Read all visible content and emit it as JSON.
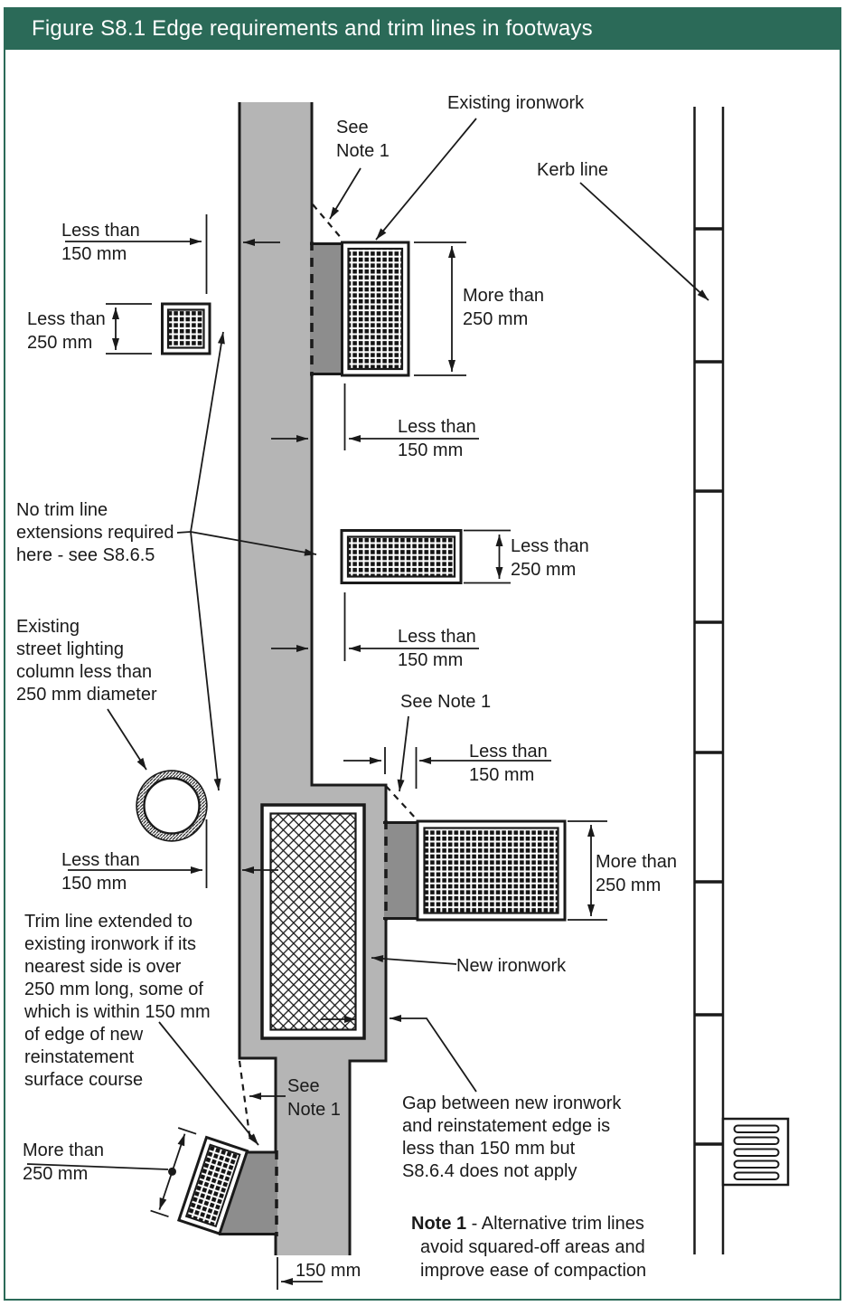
{
  "title": "Figure S8.1 Edge requirements and trim lines in footways",
  "colors": {
    "header_bg": "#2b6a58",
    "frame_border": "#2b6a58",
    "title_text": "#ffffff",
    "reinstatement_gray": "#b5b5b5",
    "gap_gray": "#8d8d8d",
    "line_black": "#1a1a1a"
  },
  "labels": {
    "see_note_1_top": "See\nNote 1",
    "existing_ironwork": "Existing ironwork",
    "kerb_line": "Kerb line",
    "less_150_top_left": "Less than\n150 mm",
    "less_250_left": "Less than\n250 mm",
    "more_250_top": "More than\n250 mm",
    "less_150_mid_upper": "Less than\n150 mm",
    "no_trim": "No trim line\nextensions required\nhere - see S8.6.5",
    "less_250_mid": "Less than\n250 mm",
    "less_150_mid_lower": "Less than\n150 mm",
    "lighting_column": "Existing\nstreet lighting\ncolumn less than\n250 mm diameter",
    "see_note_1_mid": "See Note 1",
    "less_150_step": "Less than\n150 mm",
    "more_250_right": "More than\n250 mm",
    "less_150_left": "Less than\n150 mm",
    "trim_line_extended": "Trim line extended to\nexisting ironwork if its\nnearest side is over\n250 mm long, some of\nwhich is within 150 mm\nof edge of new\nreinstatement\nsurface course",
    "new_ironwork": "New ironwork",
    "see_note_1_bottom": "See\nNote 1",
    "more_250_bottom": "More than\n250 mm",
    "gap_note": "Gap between new ironwork\nand reinstatement edge is\nless than 150 mm but\nS8.6.4 does not apply",
    "note1_bold": "Note 1",
    "note1_rest": " - Alternative trim lines\navoid squared-off areas and\nimprove ease of compaction",
    "dim_150_bottom": "150 mm"
  }
}
